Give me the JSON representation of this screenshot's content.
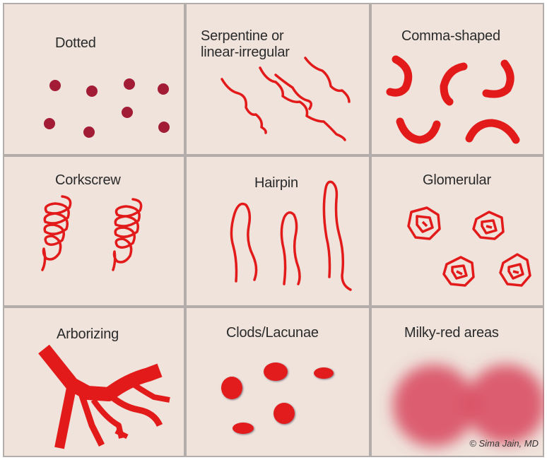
{
  "cells": [
    {
      "label": "Dotted"
    },
    {
      "label": "Serpentine or\nlinear-irregular"
    },
    {
      "label": "Comma-shaped"
    },
    {
      "label": "Corkscrew"
    },
    {
      "label": "Hairpin"
    },
    {
      "label": "Glomerular"
    },
    {
      "label": "Arborizing"
    },
    {
      "label": "Clods/Lacunae"
    },
    {
      "label": "Milky-red areas"
    }
  ],
  "credit": "© Sima Jain, MD",
  "colors": {
    "vessel": "#e21a1a",
    "dot": "#a31c35",
    "background": "#efe3dc",
    "border": "#a9a6a4"
  }
}
